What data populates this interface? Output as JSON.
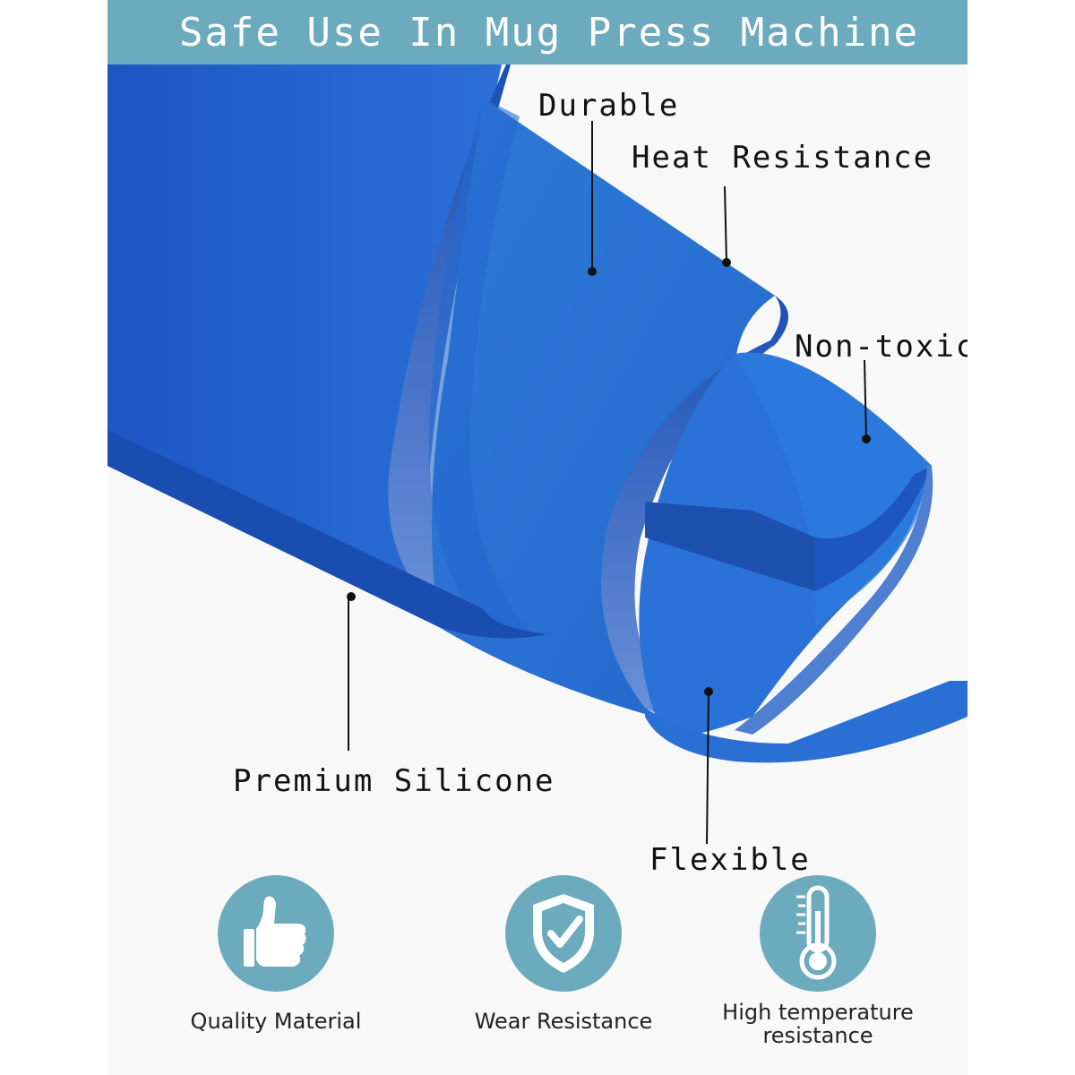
{
  "banner": {
    "title": "Safe Use In Mug Press Machine"
  },
  "callouts": {
    "durable": "Durable",
    "heat_resistance": "Heat Resistance",
    "non_toxic": "Non-toxic",
    "premium_silicone": "Premium Silicone",
    "flexible": "Flexible"
  },
  "features": [
    {
      "label": "Quality Material",
      "icon": "thumbs-up-icon"
    },
    {
      "label": "Wear Resistance",
      "icon": "shield-check-icon"
    },
    {
      "label": "High temperature resistance",
      "icon": "thermometer-icon"
    }
  ],
  "colors": {
    "banner": "#6cabbd",
    "silicone_blue": "#2a6fcf",
    "badge": "#6cabbd"
  }
}
